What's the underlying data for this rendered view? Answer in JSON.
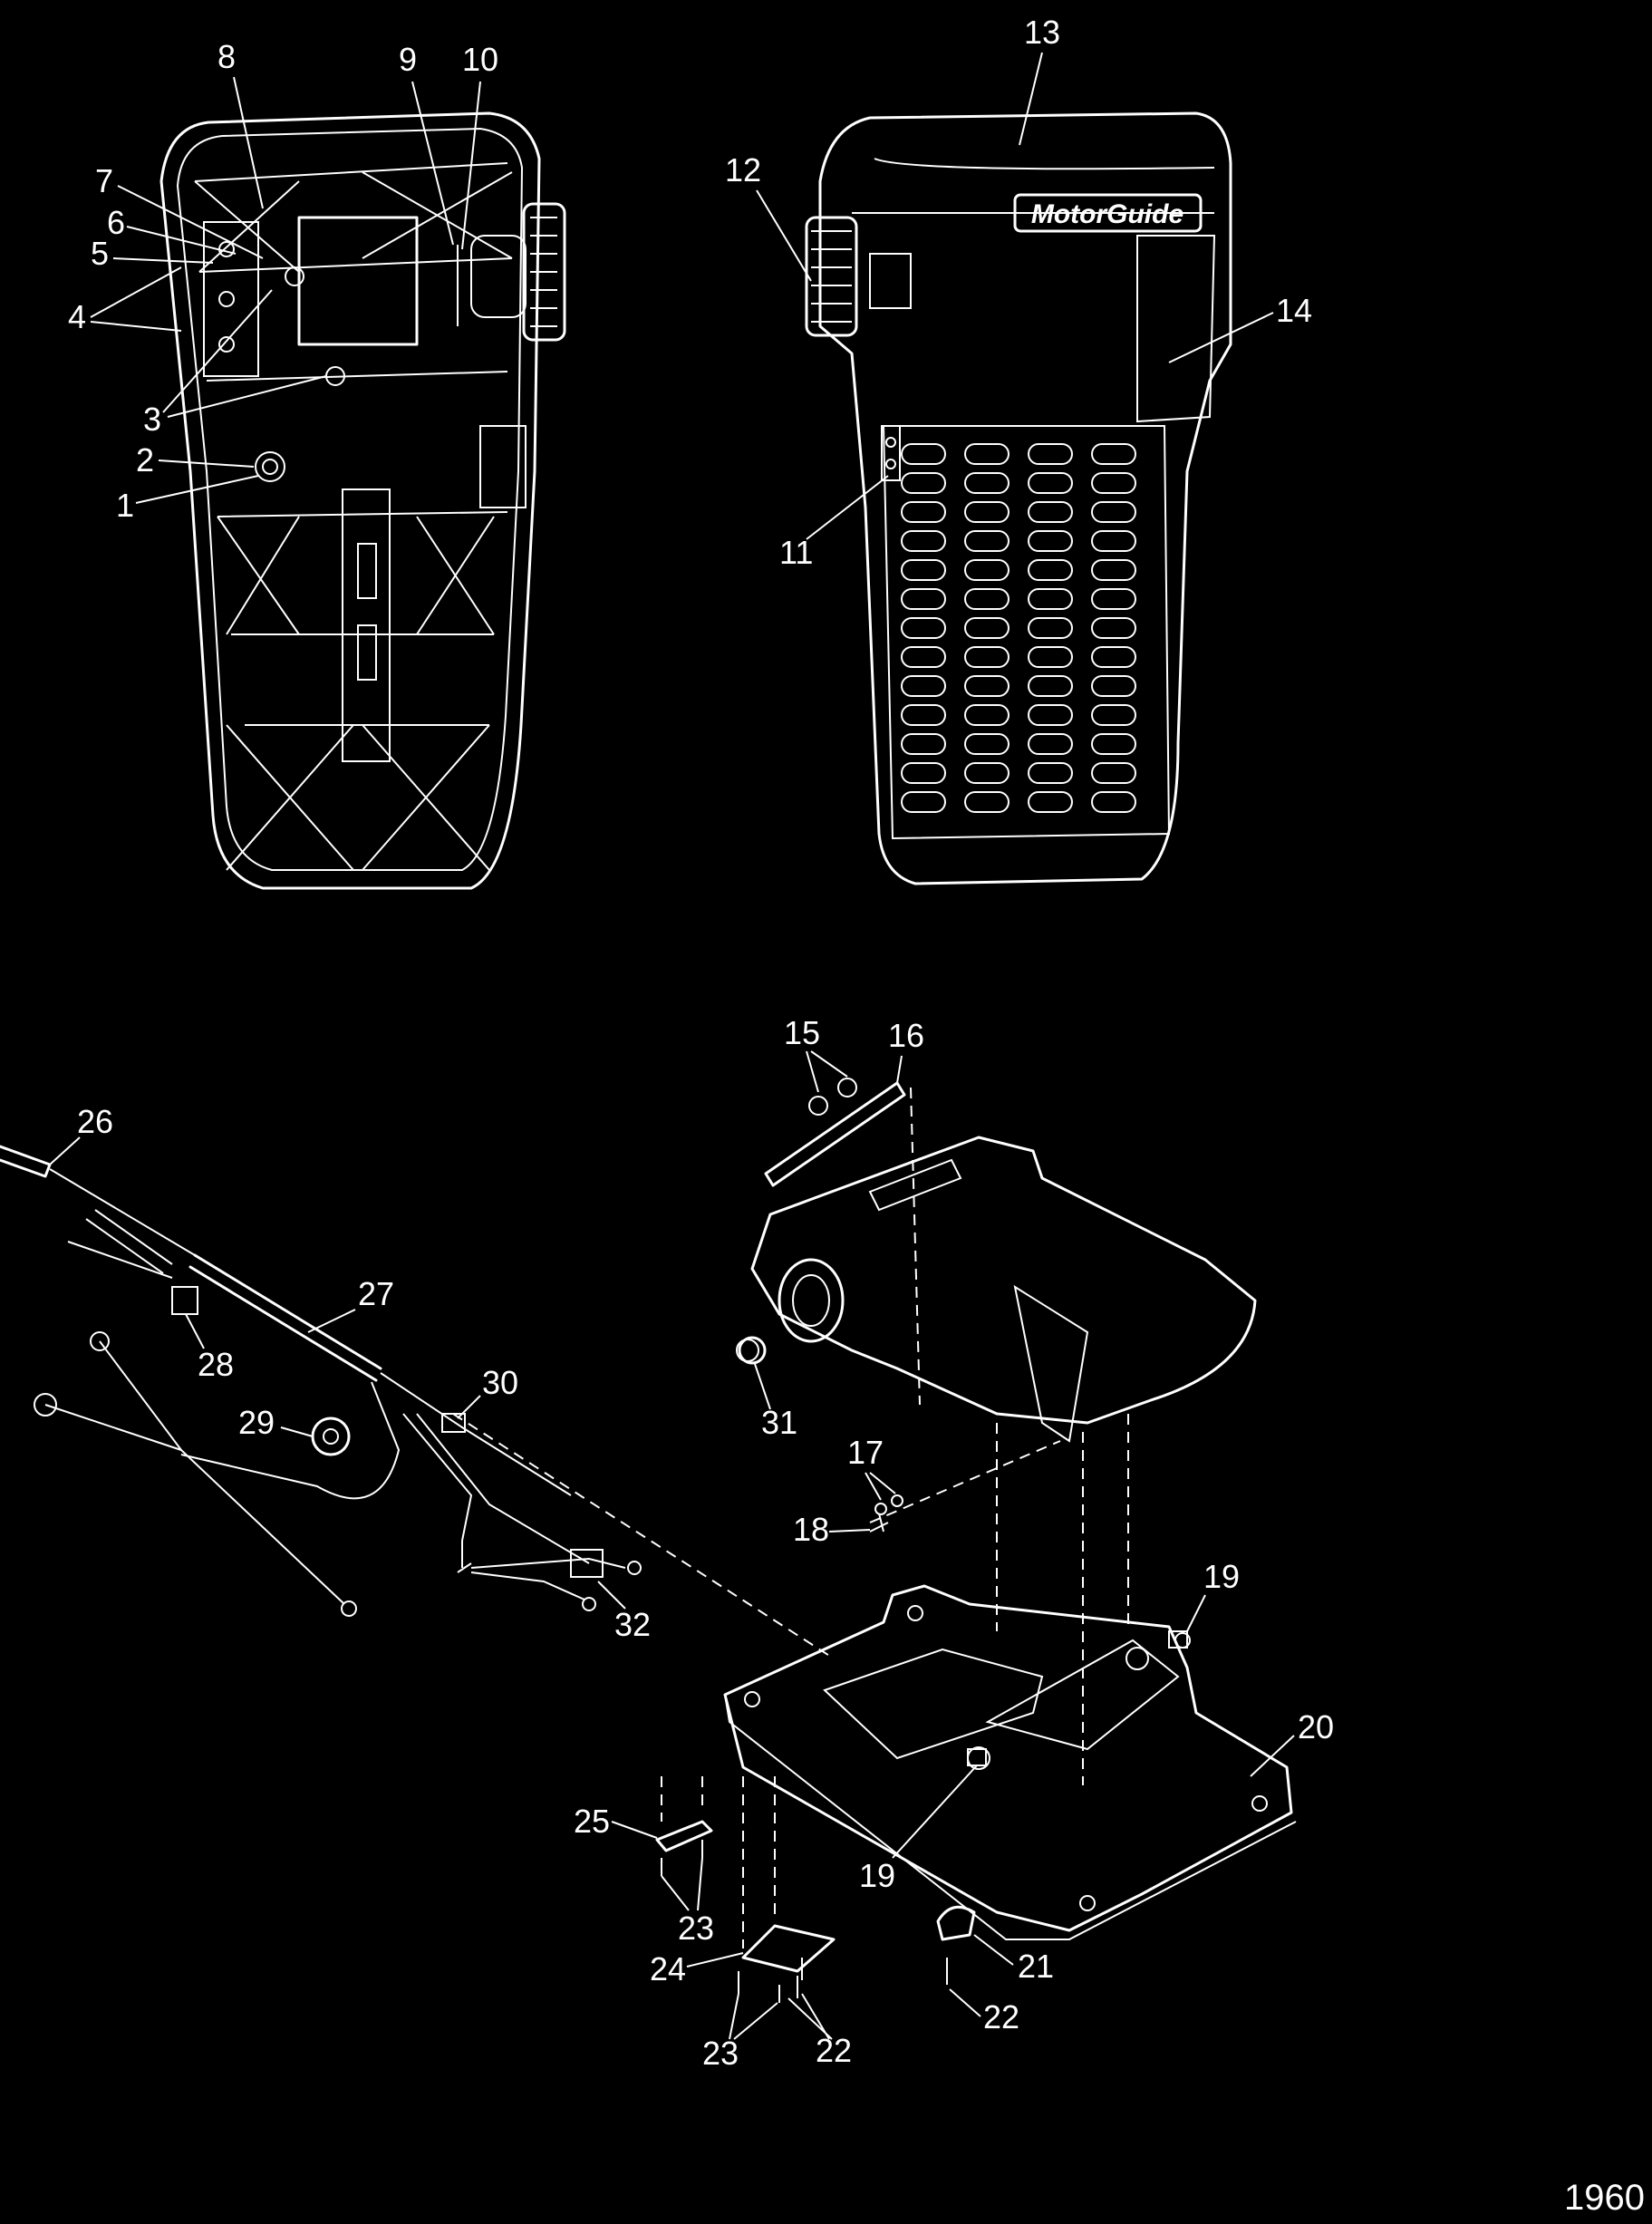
{
  "brand_text": "MotorGuide",
  "figure_number": "1960",
  "callouts": [
    {
      "id": "c1",
      "label": "1"
    },
    {
      "id": "c2",
      "label": "2"
    },
    {
      "id": "c3",
      "label": "3"
    },
    {
      "id": "c4",
      "label": "4"
    },
    {
      "id": "c5",
      "label": "5"
    },
    {
      "id": "c6",
      "label": "6"
    },
    {
      "id": "c7",
      "label": "7"
    },
    {
      "id": "c8",
      "label": "8"
    },
    {
      "id": "c9",
      "label": "9"
    },
    {
      "id": "c10",
      "label": "10"
    },
    {
      "id": "c11",
      "label": "11"
    },
    {
      "id": "c12",
      "label": "12"
    },
    {
      "id": "c13",
      "label": "13"
    },
    {
      "id": "c14",
      "label": "14"
    },
    {
      "id": "c15",
      "label": "15"
    },
    {
      "id": "c16",
      "label": "16"
    },
    {
      "id": "c17",
      "label": "17"
    },
    {
      "id": "c18",
      "label": "18"
    },
    {
      "id": "c19a",
      "label": "19"
    },
    {
      "id": "c19b",
      "label": "19"
    },
    {
      "id": "c20",
      "label": "20"
    },
    {
      "id": "c21",
      "label": "21"
    },
    {
      "id": "c22a",
      "label": "22"
    },
    {
      "id": "c22b",
      "label": "22"
    },
    {
      "id": "c23a",
      "label": "23"
    },
    {
      "id": "c23b",
      "label": "23"
    },
    {
      "id": "c24",
      "label": "24"
    },
    {
      "id": "c25",
      "label": "25"
    },
    {
      "id": "c26",
      "label": "26"
    },
    {
      "id": "c27",
      "label": "27"
    },
    {
      "id": "c28",
      "label": "28"
    },
    {
      "id": "c29",
      "label": "29"
    },
    {
      "id": "c30",
      "label": "30"
    },
    {
      "id": "c31",
      "label": "31"
    },
    {
      "id": "c32",
      "label": "32"
    }
  ]
}
